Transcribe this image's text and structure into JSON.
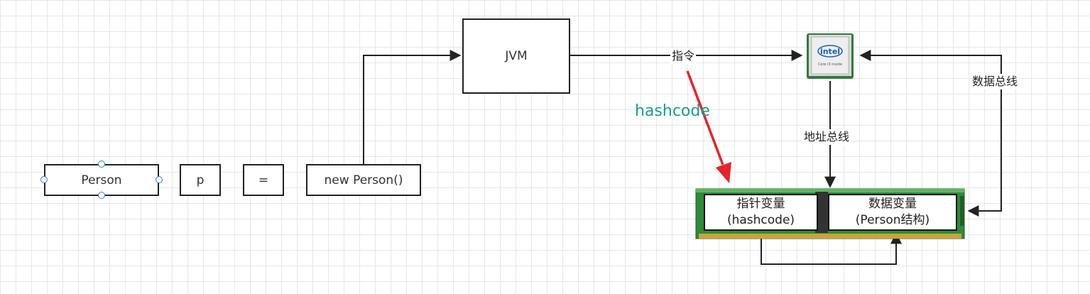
{
  "boxes": {
    "person": "Person",
    "p": "p",
    "equals": "=",
    "new_person": "new Person()",
    "jvm": "JVM"
  },
  "labels": {
    "instruction": "指令",
    "data_bus": "数据总线",
    "address_bus": "地址总线",
    "hashcode": "hashcode"
  },
  "memory": {
    "pointer_var": {
      "line1": "指针变量",
      "line2": "(hashcode)"
    },
    "data_var": {
      "line1": "数据变量",
      "line2": "(Person结构)"
    }
  },
  "cpu": {
    "brand": "intel",
    "model": "Core i3 inside"
  },
  "colors": {
    "hashcode_text": "#17a08a",
    "arrow_red": "#e8222a",
    "handle_blue": "#2b7fd4"
  }
}
